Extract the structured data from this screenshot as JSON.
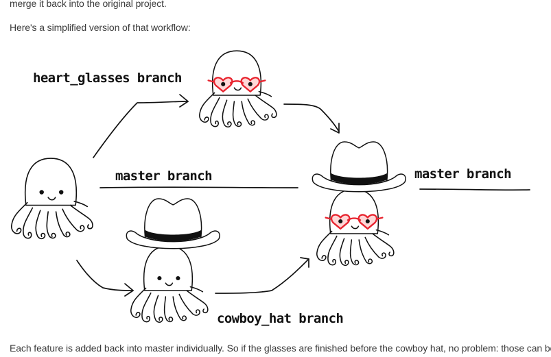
{
  "document": {
    "intro_top": "merge it back into the original project.",
    "intro_workflow": "Here's a simplified version of that workflow:",
    "caption_bottom": "Each feature is added back into master individually. So if the glasses are finished before the cowboy hat, no problem: those can be"
  },
  "diagram": {
    "labels": {
      "heart_glasses": "heart_glasses branch",
      "master_left": "master branch",
      "master_right": "master branch",
      "cowboy_hat": "cowboy_hat branch"
    },
    "colors": {
      "ink": "#111111",
      "glasses": "#e8232e",
      "text": "#3b3b3b"
    }
  }
}
